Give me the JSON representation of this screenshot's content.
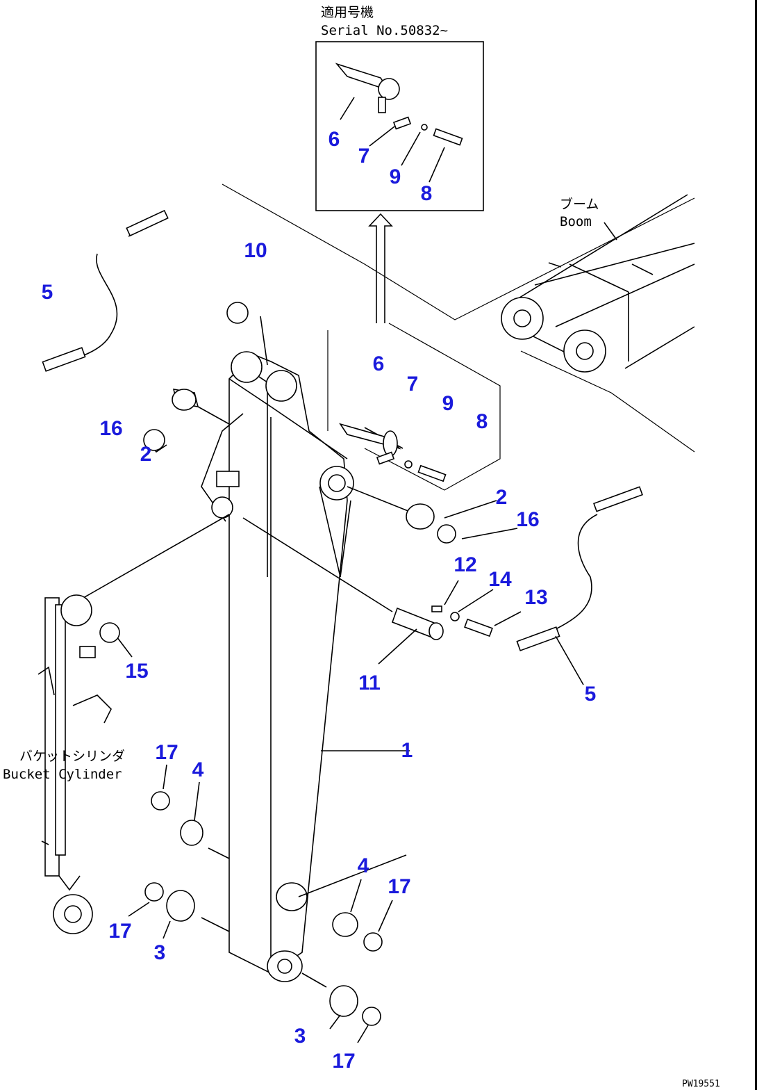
{
  "inset": {
    "title_jp": "適用号機",
    "title_en": "Serial No.50832~"
  },
  "labels": {
    "boom_jp": "ブーム",
    "boom_en": "Boom",
    "cylinder_jp": "バケットシリンダ",
    "cylinder_en": "Bucket Cylinder",
    "drawing_code": "PW19551"
  },
  "callouts": {
    "inset_6": "6",
    "inset_7": "7",
    "inset_9": "9",
    "inset_8": "8",
    "c10": "10",
    "c5a": "5",
    "c16a": "16",
    "c2a": "2",
    "c6": "6",
    "c7": "7",
    "c9": "9",
    "c8": "8",
    "c2b": "2",
    "c16b": "16",
    "c12": "12",
    "c14": "14",
    "c13": "13",
    "c15": "15",
    "c11": "11",
    "c5b": "5",
    "c1": "1",
    "c17a": "17",
    "c4a": "4",
    "c4b": "4",
    "c17b": "17",
    "c17c": "17",
    "c3a": "3",
    "c3b": "3",
    "c17d": "17"
  },
  "colors": {
    "callout": "#1a1adc"
  }
}
